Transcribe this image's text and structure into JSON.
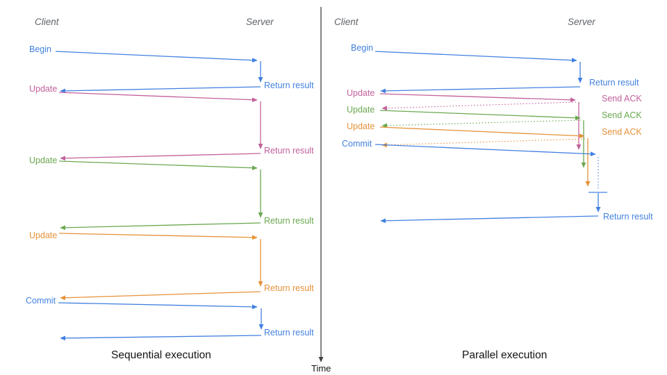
{
  "colors": {
    "blue": "#4180E0",
    "pink": "#C2609A",
    "green": "#6AA84F",
    "orange": "#E69138",
    "axis": "#404040",
    "header": "#5F6368",
    "title": "#141414"
  },
  "seq": {
    "client_header": "Client",
    "server_header": "Server",
    "title": "Sequential execution",
    "ops": [
      {
        "label": "Begin",
        "response": "Return result"
      },
      {
        "label": "Update",
        "response": "Return result"
      },
      {
        "label": "Update",
        "response": "Return result"
      },
      {
        "label": "Update",
        "response": "Return result"
      },
      {
        "label": "Commit",
        "response": "Return result"
      }
    ]
  },
  "par": {
    "client_header": "Client",
    "server_header": "Server",
    "title": "Parallel execution",
    "ops": [
      {
        "label": "Begin",
        "response": "Return result"
      },
      {
        "label": "Update",
        "response": "Send ACK"
      },
      {
        "label": "Update",
        "response": "Send ACK"
      },
      {
        "label": "Update",
        "response": "Send ACK"
      },
      {
        "label": "Commit",
        "response": "Return result"
      }
    ]
  },
  "time_axis": {
    "label": "Time"
  }
}
